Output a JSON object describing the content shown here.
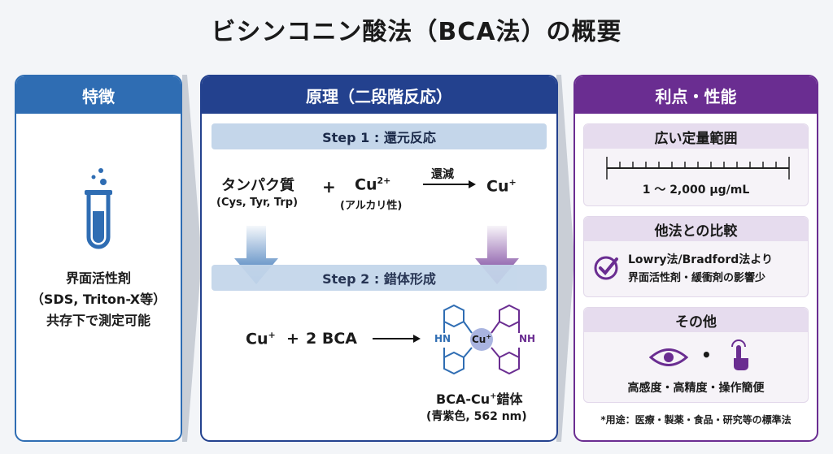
{
  "title": "ビシンコニン酸法（BCA法）の概要",
  "features": {
    "header": "特徴",
    "line1": "界面活性剤",
    "line2": "（SDS, Triton-X等）",
    "line3": "共存下で測定可能"
  },
  "principle": {
    "header": "原理（二段階反応）",
    "step1": {
      "label": "Step 1 : 還元反応",
      "protein": "タンパク質",
      "residues": "(Cys, Tyr, Trp)",
      "plus": "+",
      "cu2": "Cu",
      "cu2_sup": "2+",
      "alkaline": "(アルカリ性)",
      "arrow_label": "還減",
      "cu1": "Cu",
      "cu1_sup": "+"
    },
    "step2": {
      "label": "Step 2 : 錯体形成",
      "cu1": "Cu",
      "cu1_sup": "+",
      "plus": "+",
      "bca": "2 BCA",
      "complex_center": "Cu",
      "complex_sup": "+",
      "nh_left": "HN",
      "nh_right": "NH",
      "product": "BCA-Cu",
      "product_sup": "+",
      "product_suffix": "錯体",
      "product_note": "(青紫色, 562 nm)"
    }
  },
  "advantages": {
    "header": "利点・性能",
    "range": {
      "title": "広い定量範囲",
      "value": "1 ～ 2,000 μg/mL"
    },
    "compare": {
      "title": "他法との比較",
      "line1": "Lowry法/Bradford法より",
      "line2": "界面活性剤・緩衝剤の影響少"
    },
    "other": {
      "title": "その他",
      "dot": "•",
      "text": "高感度・高精度・操作簡便"
    },
    "footnote": "*用途：医療・製薬・食品・研究等の標準法"
  },
  "colors": {
    "blue": "#2f6db3",
    "navy": "#23418e",
    "purple": "#6a2d91"
  }
}
